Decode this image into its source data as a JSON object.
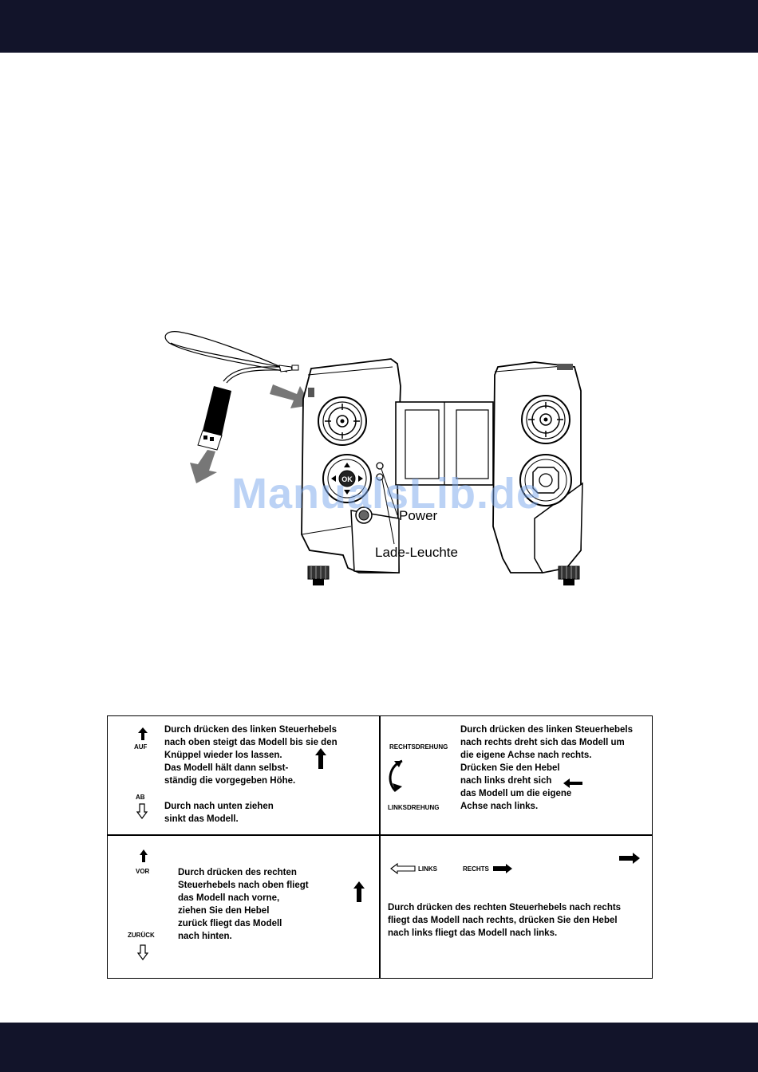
{
  "diagram": {
    "power_label": "Power",
    "charge_led_label": "Lade-Leuchte",
    "ok_label": "OK",
    "watermark": "ManualsLib.de"
  },
  "instructions": {
    "cell1": {
      "up_label": "AUF",
      "down_label": "AB",
      "lines": [
        "Durch drücken des linken Steuerhebels",
        "nach oben steigt das Modell bis sie den",
        "Knüppel wieder los lassen.",
        "Das Modell hält dann selbst-",
        "ständig die vorgegeben Höhe."
      ],
      "lines2": [
        "Durch nach unten ziehen",
        "sinkt das Modell."
      ]
    },
    "cell2": {
      "right_rotation_label": "RECHTSDREHUNG",
      "left_rotation_label": "LINKSDREHUNG",
      "lines": [
        "Durch drücken des linken Steuerhebels",
        "nach rechts dreht sich das Modell um",
        "die eigene Achse nach rechts.",
        "Drücken Sie den Hebel",
        "nach links dreht sich",
        "das Modell um die eigene",
        "Achse nach links."
      ]
    },
    "cell3": {
      "forward_label": "VOR",
      "back_label": "ZURÜCK",
      "lines": [
        "Durch drücken des rechten",
        "Steuerhebels nach oben fliegt",
        "das Modell nach vorne,",
        "ziehen Sie den Hebel",
        "zurück fliegt das Modell",
        "nach hinten."
      ]
    },
    "cell4": {
      "left_label": "LINKS",
      "right_label": "RECHTS",
      "lines": [
        "Durch drücken des rechten Steuerhebels nach rechts",
        "fliegt das Modell nach rechts, drücken Sie den Hebel",
        "nach links fliegt das Modell nach links."
      ]
    }
  }
}
